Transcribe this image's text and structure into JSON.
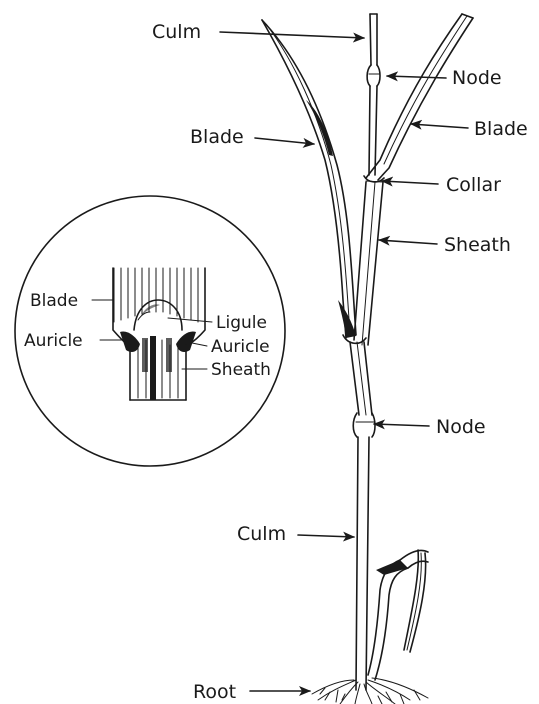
{
  "labels": {
    "culm_top": "Culm",
    "node_top": "Node",
    "blade_left": "Blade",
    "blade_right": "Blade",
    "collar": "Collar",
    "sheath": "Sheath",
    "node_mid": "Node",
    "culm_bottom": "Culm",
    "root": "Root"
  },
  "inset": {
    "blade": "Blade",
    "ligule": "Ligule",
    "auricle_left": "Auricle",
    "auricle_right": "Auricle",
    "sheath": "Sheath"
  }
}
